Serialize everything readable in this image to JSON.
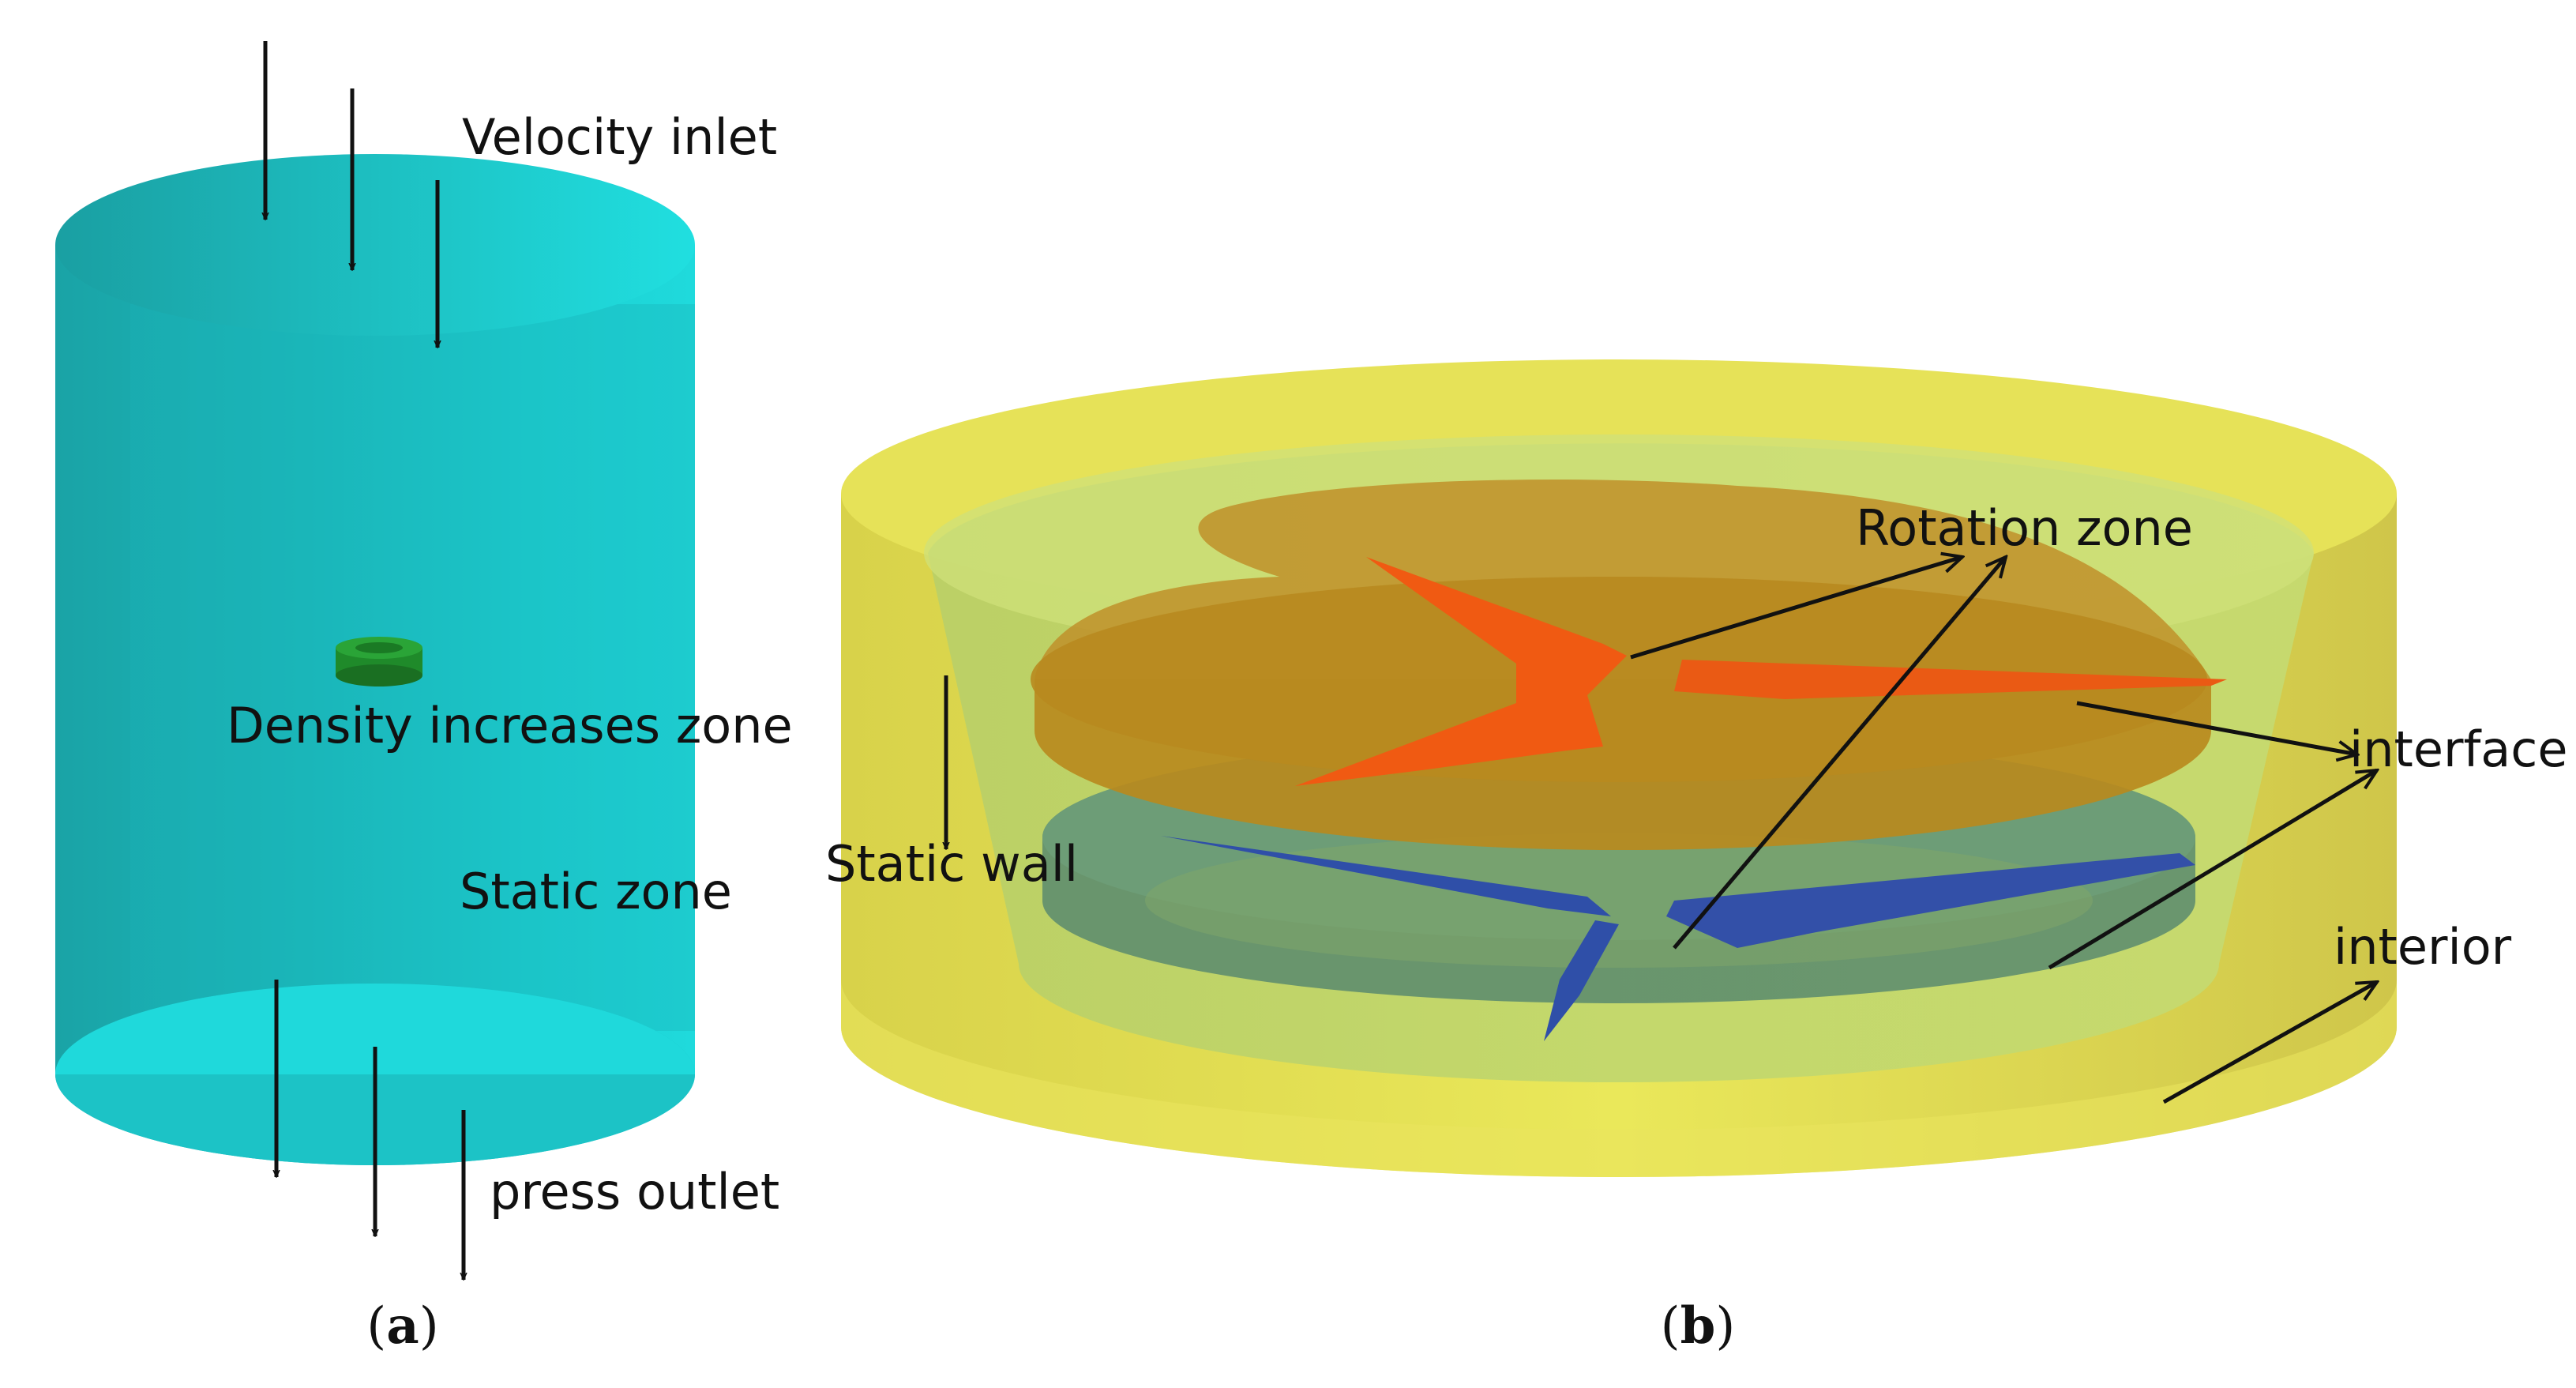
{
  "panel_a": {
    "labels": {
      "velocity_inlet": "Velocity inlet",
      "density_zone": "Density increases zone",
      "static_zone": "Static zone",
      "press_outlet": "press outlet"
    },
    "caption_open": "(",
    "caption_letter": "a",
    "caption_close": ")",
    "colors": {
      "cylinder": "#1fd6d8",
      "cylinder_dark": "#1aa7a9",
      "disk": "#1f8a2a"
    }
  },
  "panel_b": {
    "labels": {
      "rotation_zone": "Rotation zone",
      "static_wall": "Static wall",
      "interface": "interface",
      "interior": "interior"
    },
    "caption_open": "(",
    "caption_letter": "b",
    "caption_close": ")",
    "colors": {
      "outer": "#e4e24a",
      "upper_rotor": "#b7861e",
      "upper_blade": "#f05a12",
      "lower_rotor": "#5f8e6e",
      "lower_blade": "#2f4fa8"
    }
  }
}
